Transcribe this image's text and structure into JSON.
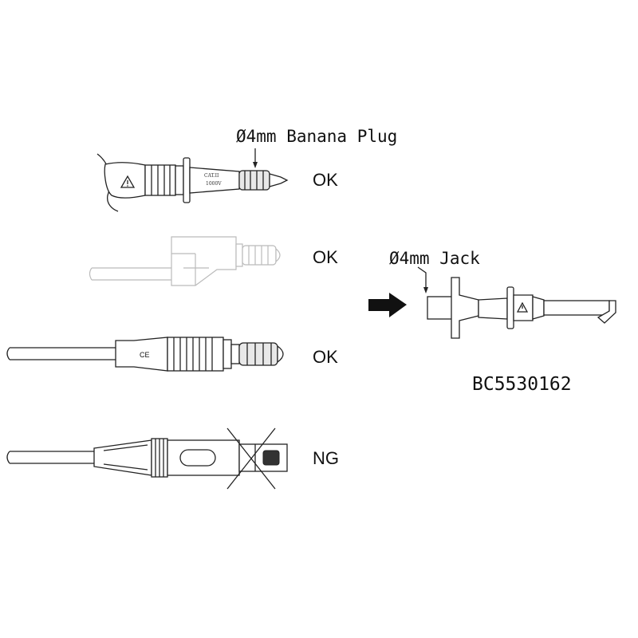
{
  "labels": {
    "banana_plug": "Ø4mm Banana Plug",
    "jack": "Ø4mm Jack",
    "part_number": "BC5530162"
  },
  "probe_marking": {
    "line1": "CAT.II",
    "line2": "1000V"
  },
  "rows": [
    {
      "status": "OK"
    },
    {
      "status": "OK"
    },
    {
      "status": "OK"
    },
    {
      "status": "NG"
    }
  ],
  "colors": {
    "line": "#222222",
    "faded_line": "#bbbbbb",
    "background": "#ffffff"
  },
  "icons": {
    "warning": "warning-triangle-icon",
    "ce": "ce-mark-icon",
    "arrow": "arrow-right-icon",
    "cross": "cross-out-icon"
  }
}
